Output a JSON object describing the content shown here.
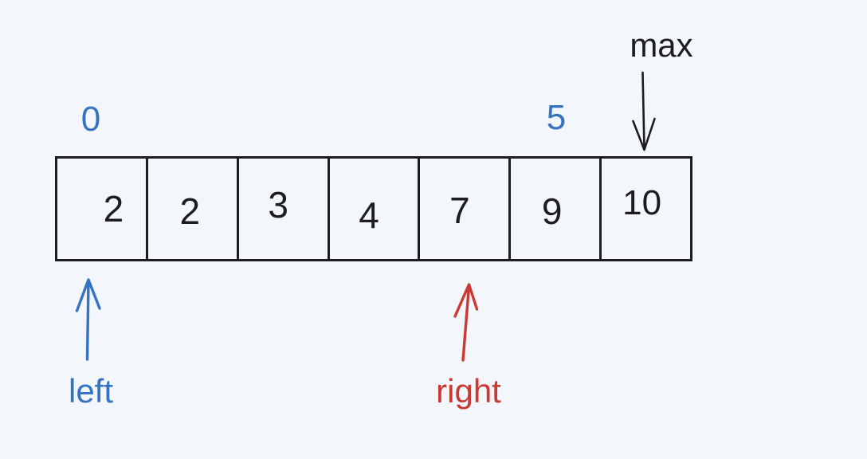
{
  "colors": {
    "background": "#f3f6fa",
    "ink": "#1d1d1f",
    "blue": "#3573c2",
    "red": "#c93a33"
  },
  "array": {
    "cells": [
      "2",
      "2",
      "3",
      "4",
      "7",
      "9",
      "10"
    ]
  },
  "labels": {
    "start_index": "0",
    "end_index": "5",
    "max": "max",
    "left": "left",
    "right": "right"
  }
}
